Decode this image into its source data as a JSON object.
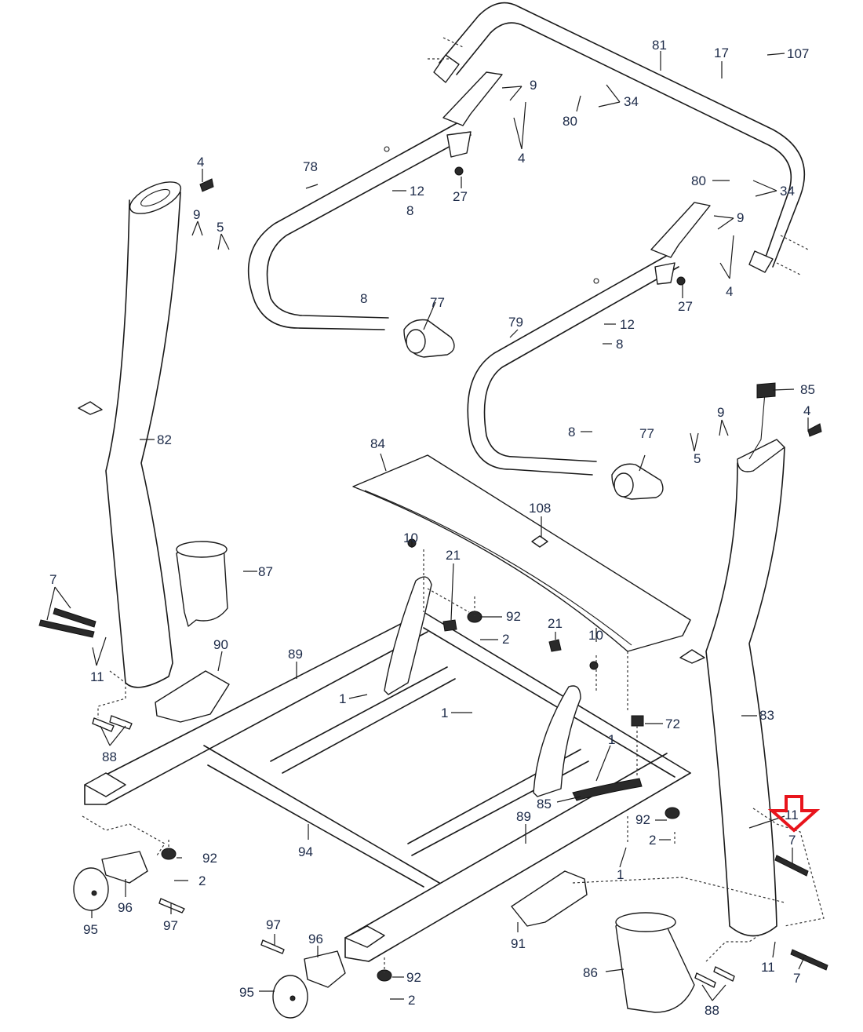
{
  "diagram": {
    "type": "exploded-parts-diagram",
    "subject": "treadmill upright and base frame assembly",
    "highlight": {
      "icon": "down-arrow-icon",
      "color": "#e8141c",
      "points_to_part": "7"
    },
    "label_color": "#1c2a48",
    "labels": [
      {
        "id": "l81",
        "text": "81"
      },
      {
        "id": "l17",
        "text": "17"
      },
      {
        "id": "l107",
        "text": "107"
      },
      {
        "id": "l9a",
        "text": "9"
      },
      {
        "id": "l34a",
        "text": "34"
      },
      {
        "id": "l80a",
        "text": "80"
      },
      {
        "id": "l4a",
        "text": "4"
      },
      {
        "id": "l78",
        "text": "78"
      },
      {
        "id": "l12a",
        "text": "12"
      },
      {
        "id": "l8a",
        "text": "8"
      },
      {
        "id": "l27a",
        "text": "27"
      },
      {
        "id": "l4b",
        "text": "4"
      },
      {
        "id": "l9b",
        "text": "9"
      },
      {
        "id": "l5a",
        "text": "5"
      },
      {
        "id": "l80b",
        "text": "80"
      },
      {
        "id": "l34b",
        "text": "34"
      },
      {
        "id": "l9c",
        "text": "9"
      },
      {
        "id": "l4c",
        "text": "4"
      },
      {
        "id": "l27b",
        "text": "27"
      },
      {
        "id": "l8b",
        "text": "8"
      },
      {
        "id": "l77a",
        "text": "77"
      },
      {
        "id": "l79",
        "text": "79"
      },
      {
        "id": "l12b",
        "text": "12"
      },
      {
        "id": "l8c",
        "text": "8"
      },
      {
        "id": "l85a",
        "text": "85"
      },
      {
        "id": "l9d",
        "text": "9"
      },
      {
        "id": "l4d",
        "text": "4"
      },
      {
        "id": "l5b",
        "text": "5"
      },
      {
        "id": "l8d",
        "text": "8"
      },
      {
        "id": "l77b",
        "text": "77"
      },
      {
        "id": "l82",
        "text": "82"
      },
      {
        "id": "l84",
        "text": "84"
      },
      {
        "id": "l108",
        "text": "108"
      },
      {
        "id": "l87",
        "text": "87"
      },
      {
        "id": "l10a",
        "text": "10"
      },
      {
        "id": "l21a",
        "text": "21"
      },
      {
        "id": "l92a",
        "text": "92"
      },
      {
        "id": "l2a",
        "text": "2"
      },
      {
        "id": "l7a",
        "text": "7"
      },
      {
        "id": "l11a",
        "text": "11"
      },
      {
        "id": "l90",
        "text": "90"
      },
      {
        "id": "l89a",
        "text": "89"
      },
      {
        "id": "l21b",
        "text": "21"
      },
      {
        "id": "l10b",
        "text": "10"
      },
      {
        "id": "l1a",
        "text": "1"
      },
      {
        "id": "l1b",
        "text": "1"
      },
      {
        "id": "l72",
        "text": "72"
      },
      {
        "id": "l83",
        "text": "83"
      },
      {
        "id": "l88a",
        "text": "88"
      },
      {
        "id": "l1c",
        "text": "1"
      },
      {
        "id": "l85b",
        "text": "85"
      },
      {
        "id": "l89b",
        "text": "89"
      },
      {
        "id": "l92b",
        "text": "92"
      },
      {
        "id": "l2b",
        "text": "2"
      },
      {
        "id": "l11b",
        "text": "11"
      },
      {
        "id": "l7b",
        "text": "7"
      },
      {
        "id": "l94",
        "text": "94"
      },
      {
        "id": "l1d",
        "text": "1"
      },
      {
        "id": "l92c",
        "text": "92"
      },
      {
        "id": "l2c",
        "text": "2"
      },
      {
        "id": "l96a",
        "text": "96"
      },
      {
        "id": "l95a",
        "text": "95"
      },
      {
        "id": "l97a",
        "text": "97"
      },
      {
        "id": "l97b",
        "text": "97"
      },
      {
        "id": "l96b",
        "text": "96"
      },
      {
        "id": "l91",
        "text": "91"
      },
      {
        "id": "l86",
        "text": "86"
      },
      {
        "id": "l11c",
        "text": "11"
      },
      {
        "id": "l7c",
        "text": "7"
      },
      {
        "id": "l92d",
        "text": "92"
      },
      {
        "id": "l2d",
        "text": "2"
      },
      {
        "id": "l95b",
        "text": "95"
      },
      {
        "id": "l88b",
        "text": "88"
      }
    ]
  }
}
